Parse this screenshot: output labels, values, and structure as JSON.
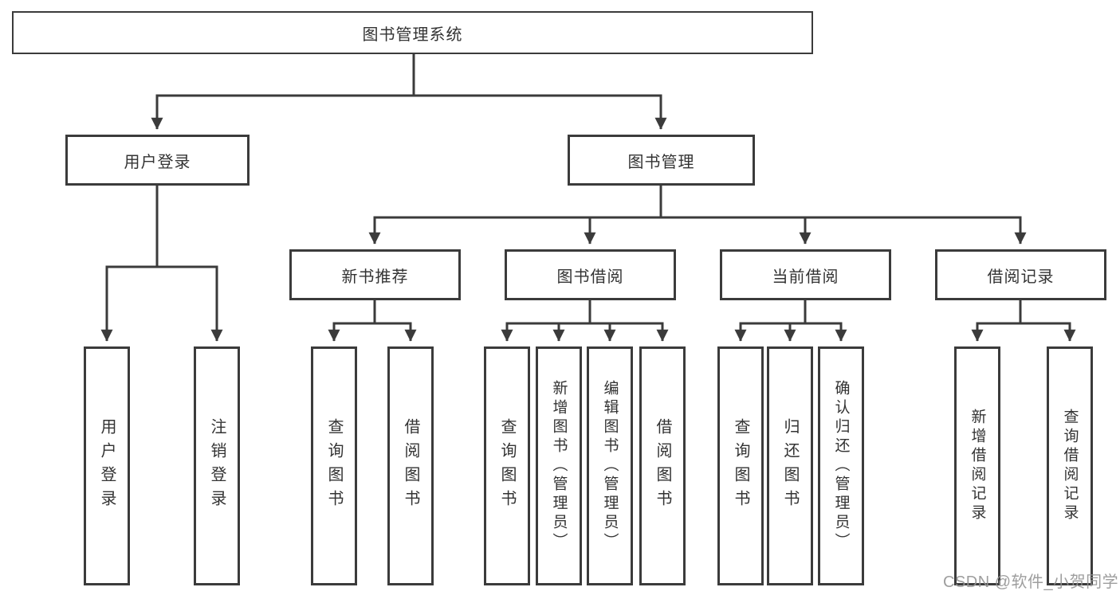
{
  "diagram": {
    "title": "图书管理系统",
    "colors": {
      "line": "#3b3b3b",
      "box_border": "#3b3b3b",
      "text": "#333333",
      "watermark": "#949494",
      "background": "#ffffff"
    },
    "root": {
      "label": "图书管理系统"
    },
    "level2": [
      {
        "label": "用户登录"
      },
      {
        "label": "图书管理"
      }
    ],
    "level3": [
      {
        "label": "新书推荐",
        "parent": "图书管理"
      },
      {
        "label": "图书借阅",
        "parent": "图书管理"
      },
      {
        "label": "当前借阅",
        "parent": "图书管理"
      },
      {
        "label": "借阅记录",
        "parent": "图书管理"
      }
    ],
    "leaves": [
      {
        "label": "用户登录",
        "parent": "用户登录"
      },
      {
        "label": "注销登录",
        "parent": "用户登录"
      },
      {
        "label": "查询图书",
        "parent": "新书推荐"
      },
      {
        "label": "借阅图书",
        "parent": "新书推荐"
      },
      {
        "label": "查询图书",
        "parent": "图书借阅"
      },
      {
        "label": "新增图书（管理员）",
        "parent": "图书借阅"
      },
      {
        "label": "编辑图书（管理员）",
        "parent": "图书借阅"
      },
      {
        "label": "借阅图书",
        "parent": "图书借阅"
      },
      {
        "label": "查询图书",
        "parent": "当前借阅"
      },
      {
        "label": "归还图书",
        "parent": "当前借阅"
      },
      {
        "label": "确认归还（管理员）",
        "parent": "当前借阅"
      },
      {
        "label": "新增借阅记录",
        "parent": "借阅记录"
      },
      {
        "label": "查询借阅记录",
        "parent": "借阅记录"
      }
    ]
  },
  "watermark": {
    "text": "CSDN @软件_小贺同学"
  }
}
